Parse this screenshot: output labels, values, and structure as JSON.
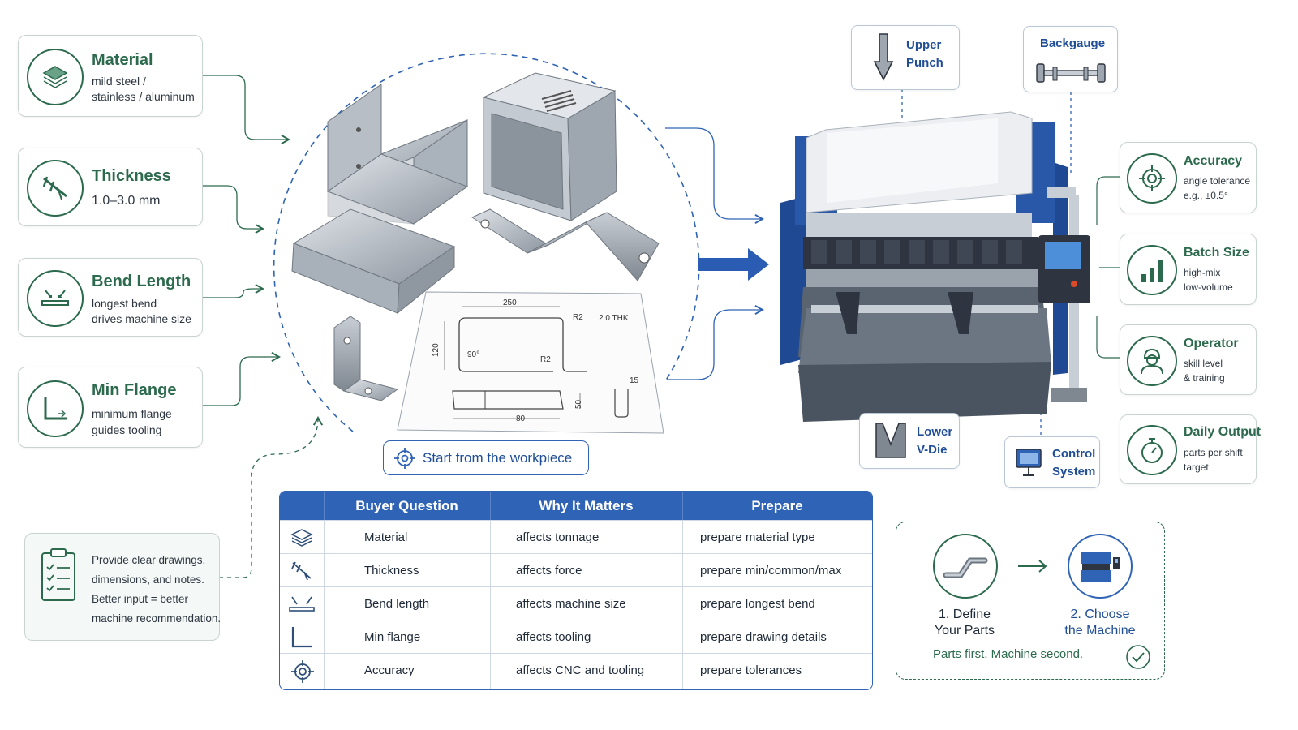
{
  "inputs": [
    {
      "title": "Material",
      "lines": [
        "mild steel /",
        "stainless / aluminum"
      ],
      "icon": "layers-icon"
    },
    {
      "title": "Thickness",
      "lines": [
        "1.0–3.0 mm"
      ],
      "icon": "caliper-icon"
    },
    {
      "title": "Bend Length",
      "lines": [
        "longest bend",
        "drives machine size"
      ],
      "icon": "bend-length-icon"
    },
    {
      "title": "Min Flange",
      "lines": [
        "minimum flange",
        "guides tooling"
      ],
      "icon": "flange-icon"
    }
  ],
  "drawing": {
    "dims": [
      "250",
      "R2",
      "2.0 THK",
      "120",
      "90°",
      "R2",
      "15",
      "50",
      "80"
    ]
  },
  "start_button": {
    "label": "Start from the workpiece",
    "icon": "target-icon"
  },
  "note": {
    "lines": [
      "Provide clear drawings,",
      "dimensions, and notes.",
      "Better input = better",
      "machine recommendation."
    ],
    "icon": "clipboard-icon"
  },
  "machine_labels": {
    "upper_punch": [
      "Upper",
      "Punch"
    ],
    "backgauge": [
      "Backgauge"
    ],
    "lower_die": [
      "Lower",
      "V-Die"
    ],
    "control": [
      "Control",
      "System"
    ]
  },
  "factors": [
    {
      "title": "Accuracy",
      "lines": [
        "angle tolerance",
        "e.g., ±0.5°"
      ],
      "icon": "crosshair-icon"
    },
    {
      "title": "Batch Size",
      "lines": [
        "high-mix",
        "low-volume"
      ],
      "icon": "bar-chart-icon"
    },
    {
      "title": "Operator",
      "lines": [
        "skill level",
        "& training"
      ],
      "icon": "operator-icon"
    },
    {
      "title": "Daily Output",
      "lines": [
        "parts per shift",
        "target"
      ],
      "icon": "stopwatch-icon"
    }
  ],
  "table": {
    "headers": [
      "Buyer Question",
      "Why It Matters",
      "Prepare"
    ],
    "rows": [
      {
        "icon": "layers-icon",
        "question": "Material",
        "why": "affects tonnage",
        "prepare": "prepare material type"
      },
      {
        "icon": "caliper-icon",
        "question": "Thickness",
        "why": "affects force",
        "prepare": "prepare min/common/max"
      },
      {
        "icon": "bend-length-icon",
        "question": "Bend length",
        "why": "affects machine size",
        "prepare": "prepare longest bend"
      },
      {
        "icon": "flange-icon",
        "question": "Min flange",
        "why": "affects tooling",
        "prepare": "prepare drawing details"
      },
      {
        "icon": "crosshair-icon",
        "question": "Accuracy",
        "why": "affects CNC and tooling",
        "prepare": "prepare tolerances"
      }
    ]
  },
  "steps": {
    "step1": [
      "1. Define",
      "Your Parts"
    ],
    "step2": [
      "2. Choose",
      "the Machine"
    ],
    "footer": "Parts first. Machine second."
  },
  "colors": {
    "green": "#2c6a4d",
    "blue": "#1f4e96",
    "table_header": "#2f63b5",
    "machine_blue": "#254f99"
  }
}
